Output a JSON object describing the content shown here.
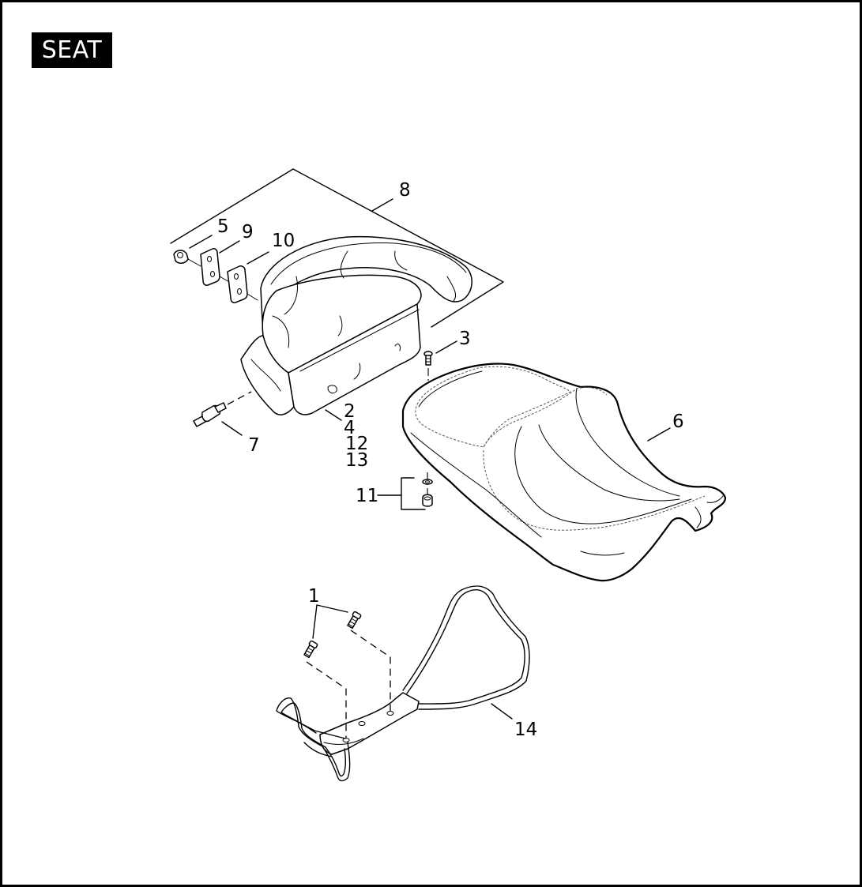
{
  "title": "SEAT",
  "callouts": {
    "c1": "1",
    "c2": "2",
    "c3": "3",
    "c4": "4",
    "c5": "5",
    "c6": "6",
    "c7": "7",
    "c8": "8",
    "c9": "9",
    "c10": "10",
    "c11": "11",
    "c12": "12",
    "c13": "13",
    "c14": "14"
  },
  "colors": {
    "ink": "#000000",
    "paper": "#ffffff"
  }
}
